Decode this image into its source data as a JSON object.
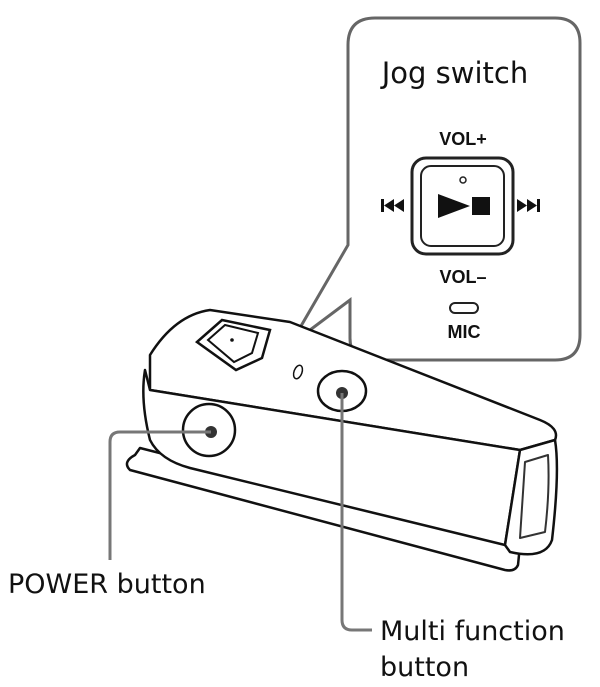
{
  "callout": {
    "title": "Jog switch",
    "vol_up": "VOL+",
    "vol_down": "VOL–",
    "prev_glyph": "⏮",
    "next_glyph": "⏭",
    "play_stop_glyph": "►■",
    "mic": "MIC"
  },
  "labels": {
    "power": "POWER button",
    "multi_line1": "Multi function",
    "multi_line2": "button"
  }
}
